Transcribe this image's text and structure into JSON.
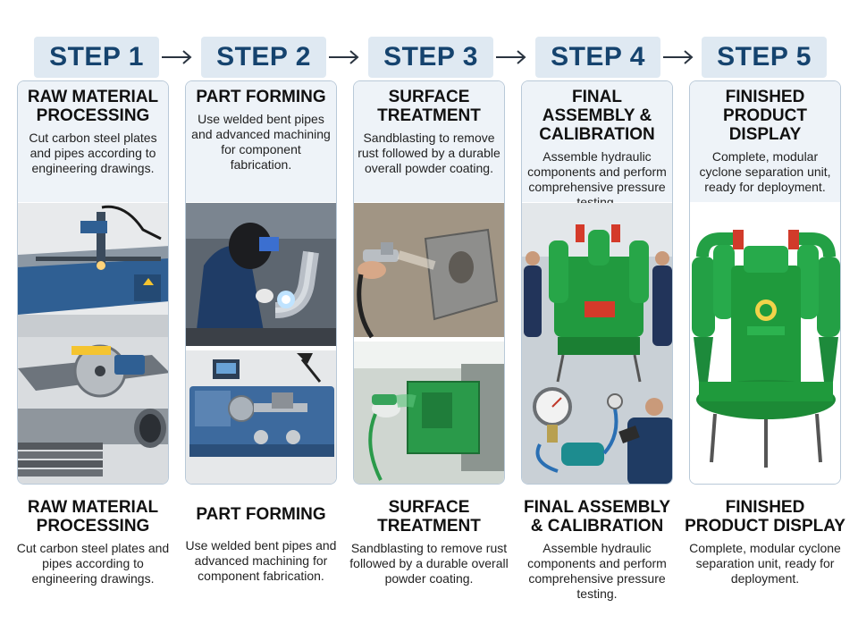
{
  "steps": [
    {
      "label": "STEP 1",
      "card_title": "RAW MATERIAL PROCESSING",
      "card_desc": "Cut carbon steel plates and pipes according to engineering drawings.",
      "bottom_title": "RAW MATERIAL PROCESSING",
      "bottom_desc": "Cut carbon steel plates and pipes according to engineering drawings.",
      "illustrations": [
        "cnc-plasma-cutter",
        "circular-saw-cutting-pipe"
      ]
    },
    {
      "label": "STEP 2",
      "card_title": "PART FORMING",
      "card_desc": "Use welded bent pipes and advanced machining for component fabrication.",
      "bottom_title": "PART FORMING",
      "bottom_desc": "Use welded bent pipes and advanced machining for component fabrication.",
      "illustrations": [
        "welder-bent-pipe",
        "lathe-machine"
      ]
    },
    {
      "label": "STEP 3",
      "card_title": "SURFACE TREATMENT",
      "card_desc": "Sandblasting to remove rust followed by a durable overall powder coating.",
      "bottom_title": "SURFACE TREATMENT",
      "bottom_desc": "Sandblasting to remove rust followed by a durable overall powder coating.",
      "illustrations": [
        "sandblasting-part",
        "green-powder-coating"
      ]
    },
    {
      "label": "STEP 4",
      "card_title": "FINAL ASSEMBLY & CALIBRATION",
      "card_desc": "Assemble hydraulic components and perform comprehensive pressure testing.",
      "bottom_title": "FINAL ASSEMBLY & CALIBRATION",
      "bottom_desc": "Assemble hydraulic components and perform comprehensive pressure testing.",
      "illustrations": [
        "cyclone-assembly-workers",
        "pressure-gauge-test"
      ]
    },
    {
      "label": "STEP 5",
      "card_title": "FINISHED PRODUCT DISPLAY",
      "card_desc": "Complete, modular cyclone separation unit, ready for deployment.",
      "bottom_title": "FINISHED PRODUCT DISPLAY",
      "bottom_desc": "Complete, modular cyclone separation unit, ready for deployment.",
      "illustrations": [
        "green-cyclone-separator"
      ]
    }
  ],
  "arrow_icon": "arrow-right-icon",
  "colors": {
    "step_badge_bg": "#dfe9f2",
    "step_text": "#15436e",
    "card_border": "#b9c9d8",
    "card_head_bg": "#eef3f8",
    "cyclone_green": "#1f9a3c",
    "machine_blue": "#2f5f93"
  }
}
